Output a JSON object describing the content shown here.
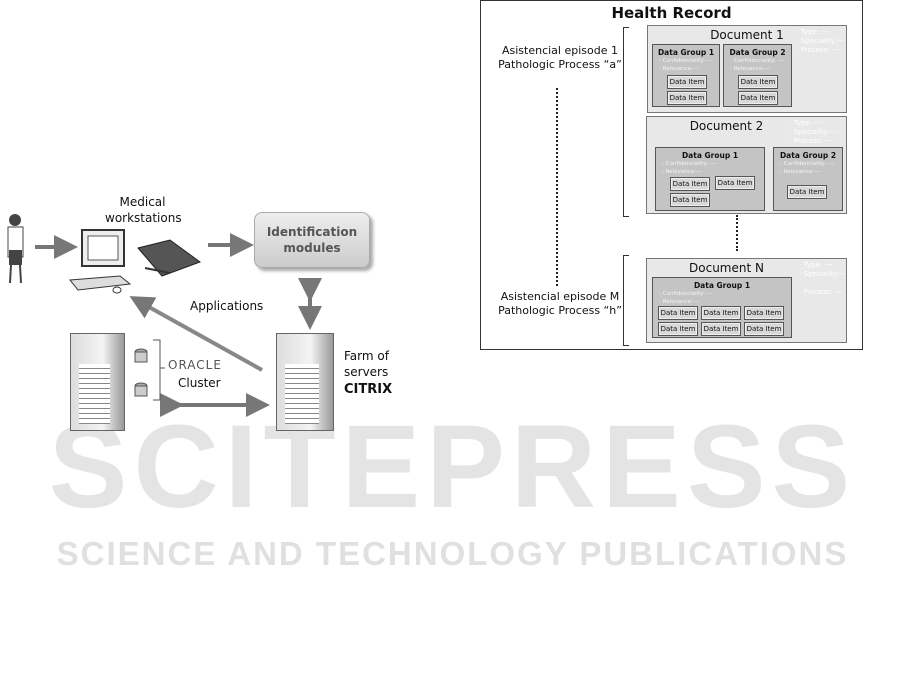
{
  "watermark": {
    "main": "SCITEPRESS",
    "sub": "SCIENCE AND TECHNOLOGY PUBLICATIONS"
  },
  "architecture": {
    "workstations_label_1": "Medical",
    "workstations_label_2": "workstations",
    "identification_1": "Identification",
    "identification_2": "modules",
    "applications": "Applications",
    "oracle": "ORACLE",
    "cluster": "Cluster",
    "farm_1": "Farm of",
    "farm_2": "servers",
    "citrix": "CITRIX"
  },
  "health_record": {
    "title": "Health Record",
    "episode_1": [
      "Asistencial episode 1",
      "Pathologic Process “a”"
    ],
    "episode_m": [
      "Asistencial episode M",
      "Pathologic Process “h”"
    ],
    "doc_meta": [
      "- Type: ---",
      "- Speciality:---",
      "- Process: ---"
    ],
    "group_meta": [
      "- Confidenciality: ---",
      "- Relevance:---"
    ],
    "data_item": "Data Item",
    "documents": [
      {
        "title": "Document 1",
        "groups": [
          "Data Group 1",
          "Data Group 2"
        ]
      },
      {
        "title": "Document 2",
        "groups": [
          "Data Group 1",
          "Data Group 2"
        ]
      },
      {
        "title": "Document N",
        "groups": [
          "Data Group 1"
        ]
      }
    ]
  }
}
